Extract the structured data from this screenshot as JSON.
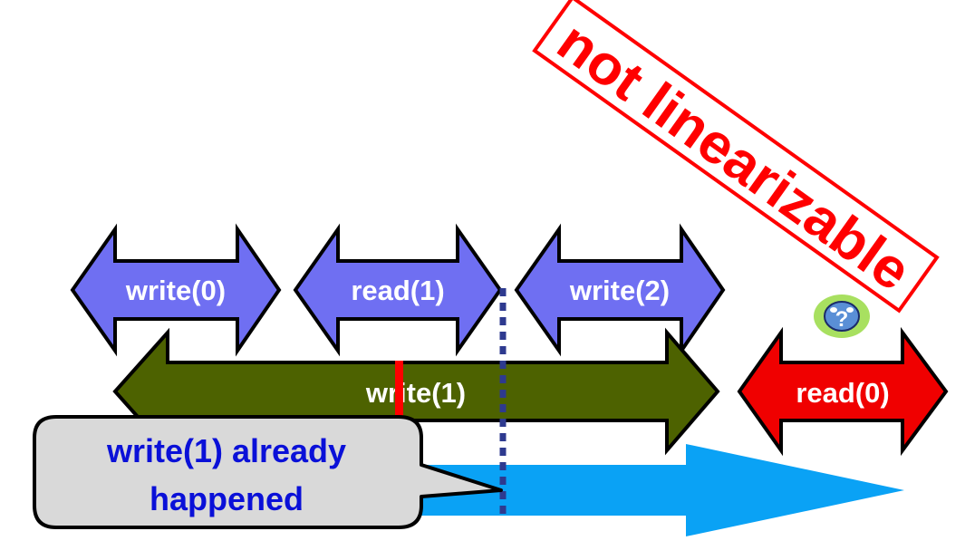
{
  "intervals": {
    "write0": {
      "label": "write(0)",
      "color": "#6f6ff2"
    },
    "read1": {
      "label": "read(1)",
      "color": "#6f6ff2"
    },
    "write2": {
      "label": "write(2)",
      "color": "#6f6ff2"
    },
    "write1": {
      "label": "write(1)",
      "color": "#4d6200"
    },
    "read0": {
      "label": "read(0)",
      "color": "#f00000"
    }
  },
  "callout": {
    "line1": "write(1) already",
    "line2": "happened"
  },
  "stamp": {
    "text": "not linearizable",
    "color": "#ff0000"
  },
  "colors": {
    "time_arrow": "#0aa2f5",
    "dotted_line": "#2e3a8f",
    "lin_point": "#ff0000",
    "callout_text": "#0a10d8",
    "callout_fill": "#d9d9d9"
  }
}
